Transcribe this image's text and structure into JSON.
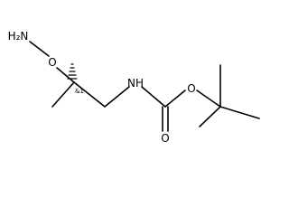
{
  "structure": {
    "atoms": {
      "amine": "H₂N",
      "ether_oxygen": "O",
      "stereo_flag": "&1",
      "carbamate_nh": "NH",
      "carbonyl_oxygen": "O",
      "ester_oxygen": "O"
    }
  }
}
